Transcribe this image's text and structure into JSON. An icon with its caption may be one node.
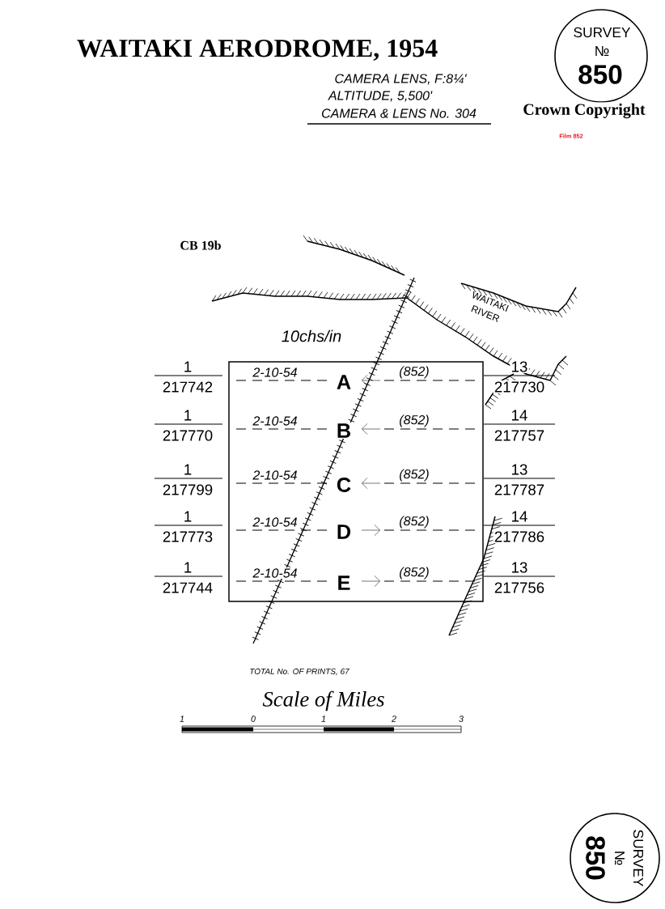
{
  "diagram": {
    "title": "WAITAKI AERODROME, 1954",
    "labels": [
      "CAMERA LENS, F:8¼'",
      "ALTITUDE, 5,500'",
      "CAMERA & LENS No. 304",
      "SURVEY",
      "№",
      "850",
      "Crown Copyright",
      "Film 852",
      "CB 19b",
      "WAITAKI RIVER",
      "10chs/in",
      "1",
      "217742",
      "2-10-54",
      "A",
      "(852)",
      "13",
      "217730",
      "1",
      "217770",
      "2-10-54",
      "B",
      "(852)",
      "14",
      "217757",
      "1",
      "217799",
      "2-10-54",
      "C",
      "(852)",
      "13",
      "217787",
      "1",
      "217773",
      "2-10-54",
      "D",
      "(852)",
      "14",
      "217786",
      "1",
      "217744",
      "2-10-54",
      "E",
      "(852)",
      "13",
      "217756",
      "TOTAL No. OF PRINTS, 67",
      "Scale of Miles",
      "1",
      "0",
      "1",
      "2",
      "3",
      "SURVEY",
      "№",
      "850"
    ]
  }
}
